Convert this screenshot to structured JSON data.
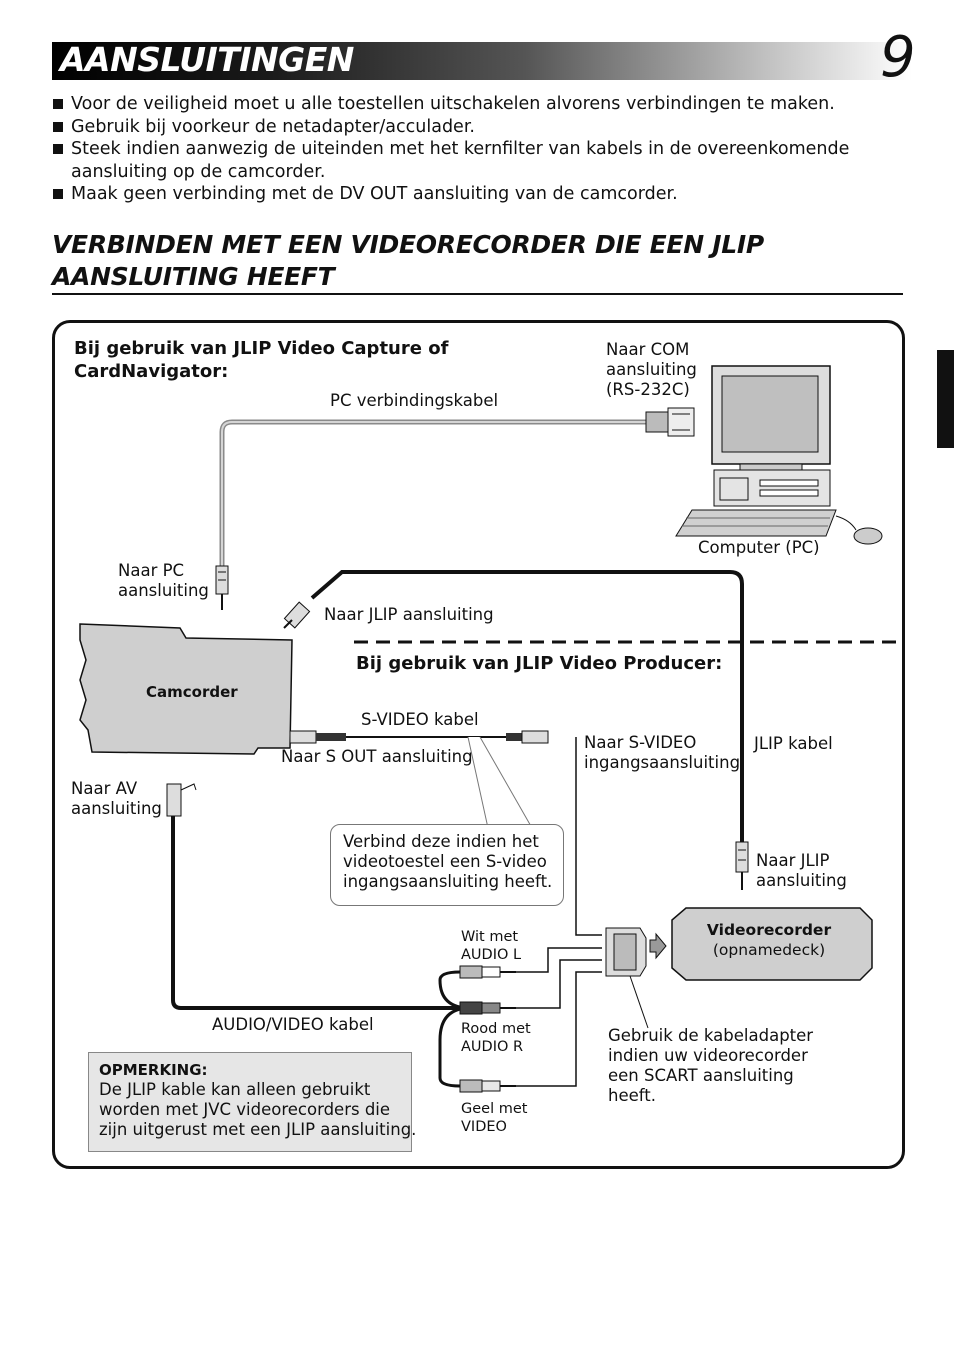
{
  "header": {
    "title": "AANSLUITINGEN",
    "page_number": "9"
  },
  "bullets": [
    "Voor de veiligheid moet u alle toestellen uitschakelen alvorens verbindingen te maken.",
    "Gebruik bij voorkeur de netadapter/acculader.",
    "Steek indien aanwezig de uiteinden met het kernfilter van kabels in de overeenkomende aansluiting op de camcorder.",
    "Maak geen verbinding met de DV OUT aansluiting van de camcorder."
  ],
  "section": {
    "heading_line1": "VERBINDEN MET EEN VIDEORECORDER DIE EEN JLIP",
    "heading_line2": "AANSLUITING HEEFT"
  },
  "diagram": {
    "capture_heading_line1": "Bij gebruik van JLIP Video Capture of",
    "capture_heading_line2": "CardNavigator:",
    "producer_heading": "Bij gebruik van JLIP Video Producer:",
    "com_label_line1": "Naar COM",
    "com_label_line2": "aansluiting",
    "com_label_line3": "(RS-232C)",
    "pc_cable": "PC verbindingskabel",
    "computer": "Computer (PC)",
    "pc_port_line1": "Naar PC",
    "pc_port_line2": "aansluiting",
    "jlip_port_top": "Naar JLIP aansluiting",
    "camcorder": "Camcorder",
    "svideo_cable": "S-VIDEO kabel",
    "s_out": "Naar S OUT aansluiting",
    "svideo_in_line1": "Naar S-VIDEO",
    "svideo_in_line2": "ingangsaansluiting",
    "jlip_cable": "JLIP kabel",
    "av_port_line1": "Naar AV",
    "av_port_line2": "aansluiting",
    "callout_line1": "Verbind deze indien het",
    "callout_line2": "videotoestel een S-video",
    "callout_line3": "ingangsaansluiting heeft.",
    "jlip_port_vcr_line1": "Naar JLIP",
    "jlip_port_vcr_line2": "aansluiting",
    "white_line1": "Wit met",
    "white_line2": "AUDIO L",
    "vcr_title": "Videorecorder",
    "vcr_subtitle": "(opnamedeck)",
    "red_line1": "Rood met",
    "red_line2": "AUDIO R",
    "yellow_line1": "Geel met",
    "yellow_line2": "VIDEO",
    "av_cable": "AUDIO/VIDEO kabel",
    "adapter_line1": "Gebruik de kabeladapter",
    "adapter_line2": "indien uw videorecorder",
    "adapter_line3": "een SCART aansluiting",
    "adapter_line4": "heeft."
  },
  "note": {
    "title": "OPMERKING:",
    "line1": "De JLIP kable kan alleen gebruikt",
    "line2": "worden met JVC videorecorders die",
    "line3": "zijn uitgerust met een JLIP aansluiting."
  }
}
